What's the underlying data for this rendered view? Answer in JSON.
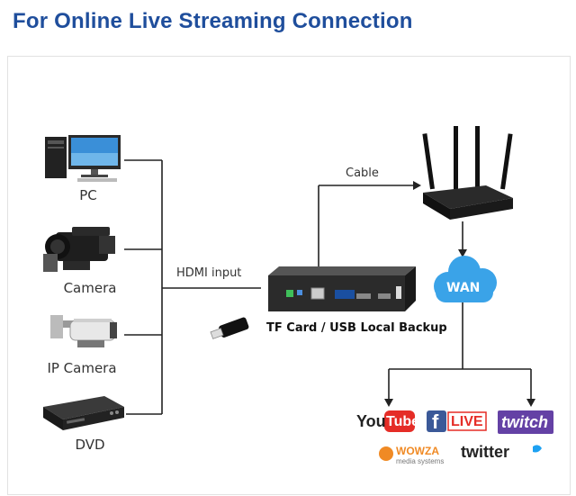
{
  "title": "For Online Live Streaming Connection",
  "sources": {
    "pc": "PC",
    "camera": "Camera",
    "ip_camera": "IP Camera",
    "dvd": "DVD"
  },
  "links": {
    "hdmi_input": "HDMI input",
    "cable": "Cable",
    "backup": "TF Card / USB Local Backup"
  },
  "cloud": "WAN",
  "platforms": {
    "youtube_you": "You",
    "youtube_tube": "Tube",
    "facebook_live": "LIVE",
    "twitch": "twitch",
    "wowza": "WOWZA",
    "wowza_sub": "media systems",
    "twitter": "twitter"
  }
}
